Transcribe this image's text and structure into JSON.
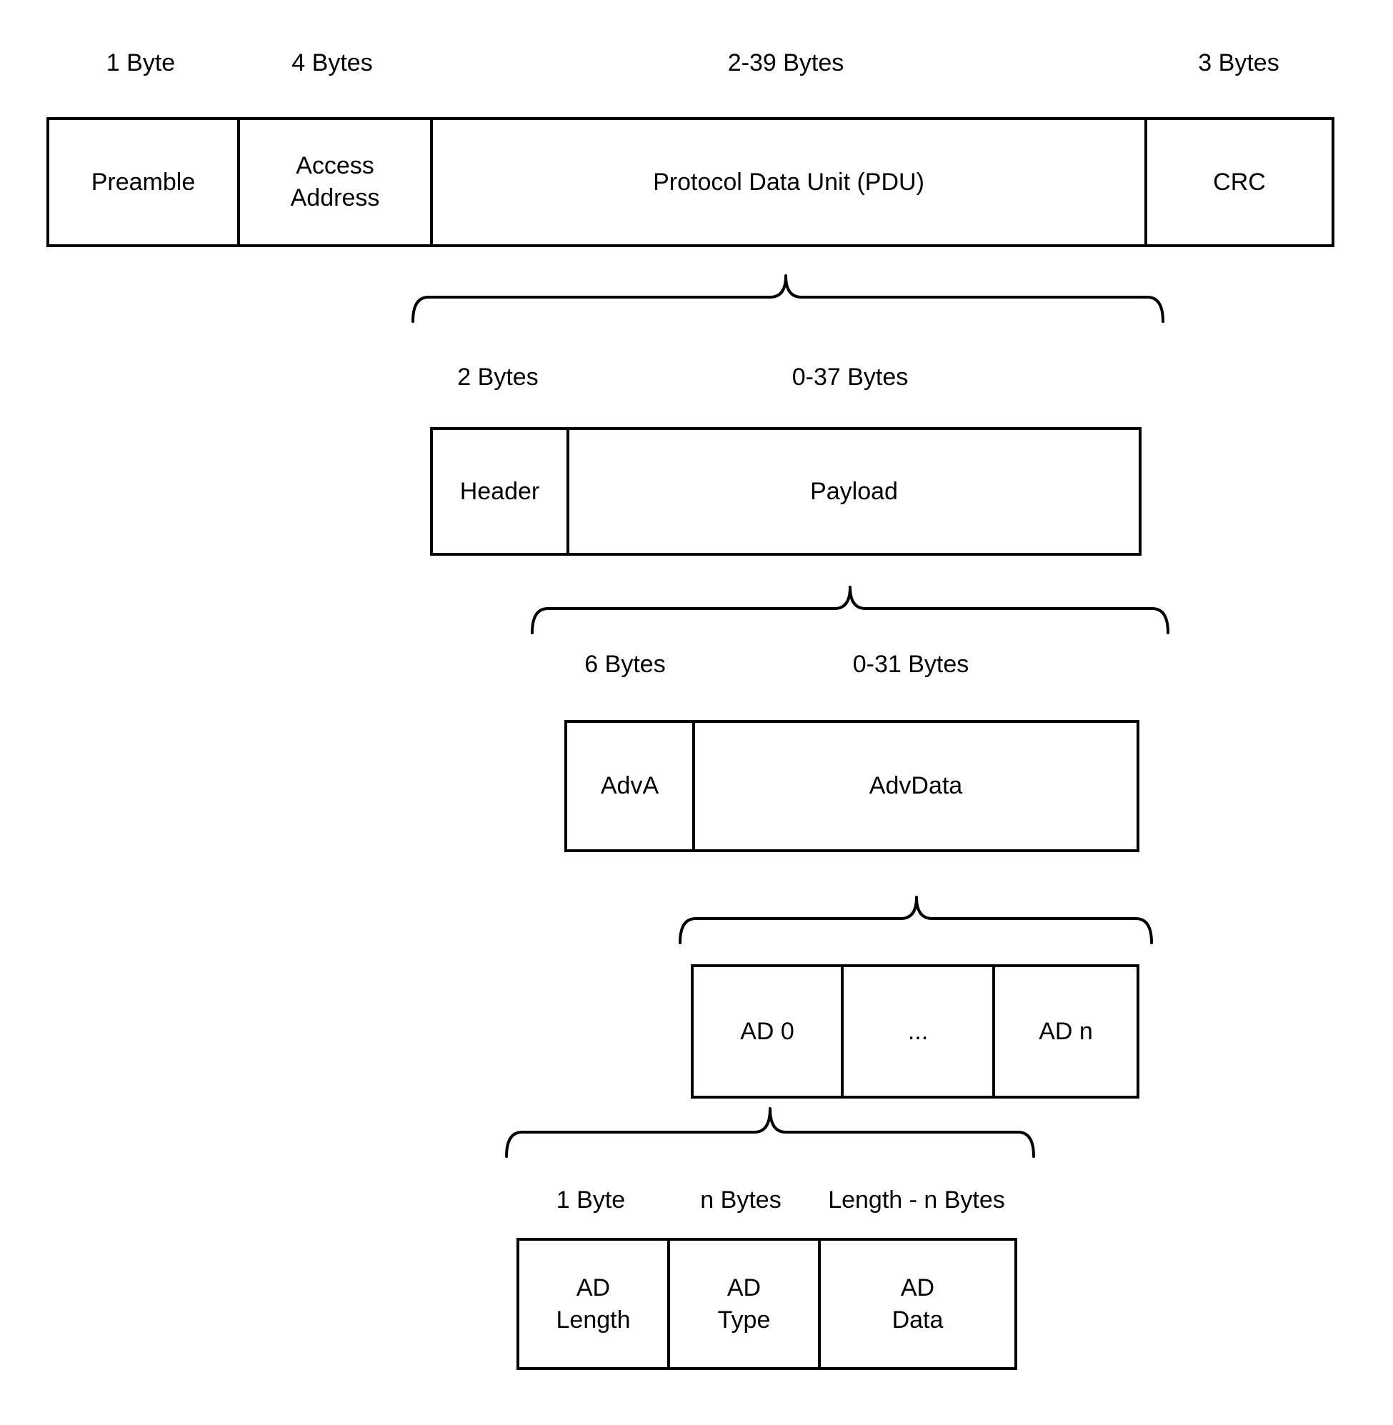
{
  "colors": {
    "line": "#000000",
    "background": "#ffffff",
    "text": "#000000"
  },
  "levels": [
    {
      "labels": [
        "1 Byte",
        "4 Bytes",
        "2-39 Bytes",
        "3 Bytes"
      ],
      "cells": [
        "Preamble",
        "Access\nAddress",
        "Protocol Data Unit (PDU)",
        "CRC"
      ]
    },
    {
      "labels": [
        "2 Bytes",
        "0-37 Bytes"
      ],
      "cells": [
        "Header",
        "Payload"
      ]
    },
    {
      "labels": [
        "6 Bytes",
        "0-31 Bytes"
      ],
      "cells": [
        "AdvA",
        "AdvData"
      ]
    },
    {
      "labels": [],
      "cells": [
        "AD 0",
        "...",
        "AD n"
      ]
    },
    {
      "labels": [
        "1 Byte",
        "n Bytes",
        "Length - n Bytes"
      ],
      "cells": [
        "AD\nLength",
        "AD\nType",
        "AD\nData"
      ]
    }
  ]
}
